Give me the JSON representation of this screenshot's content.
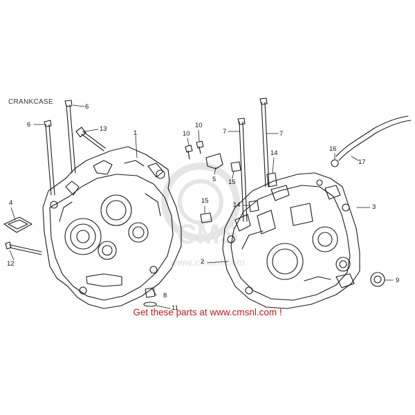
{
  "title": "CRANKCASE",
  "cta": "Get these parts at www.cmsnl.com !",
  "watermark": "CMS",
  "watermark_url": "www.cmsnl.com",
  "callouts": {
    "c1": "1",
    "c2": "2",
    "c3": "3",
    "c4": "4",
    "c5": "5",
    "c6a": "6",
    "c6b": "6",
    "c7a": "7",
    "c7b": "7",
    "c8": "8",
    "c9": "9",
    "c10a": "10",
    "c10b": "10",
    "c11": "11",
    "c12": "12",
    "c13": "13",
    "c14a": "14",
    "c14b": "14",
    "c15a": "15",
    "c15b": "15",
    "c16": "16",
    "c17": "17"
  },
  "colors": {
    "line": "#1a1a1a",
    "cta": "#c21a1a",
    "watermark": "#d0d0d0"
  }
}
